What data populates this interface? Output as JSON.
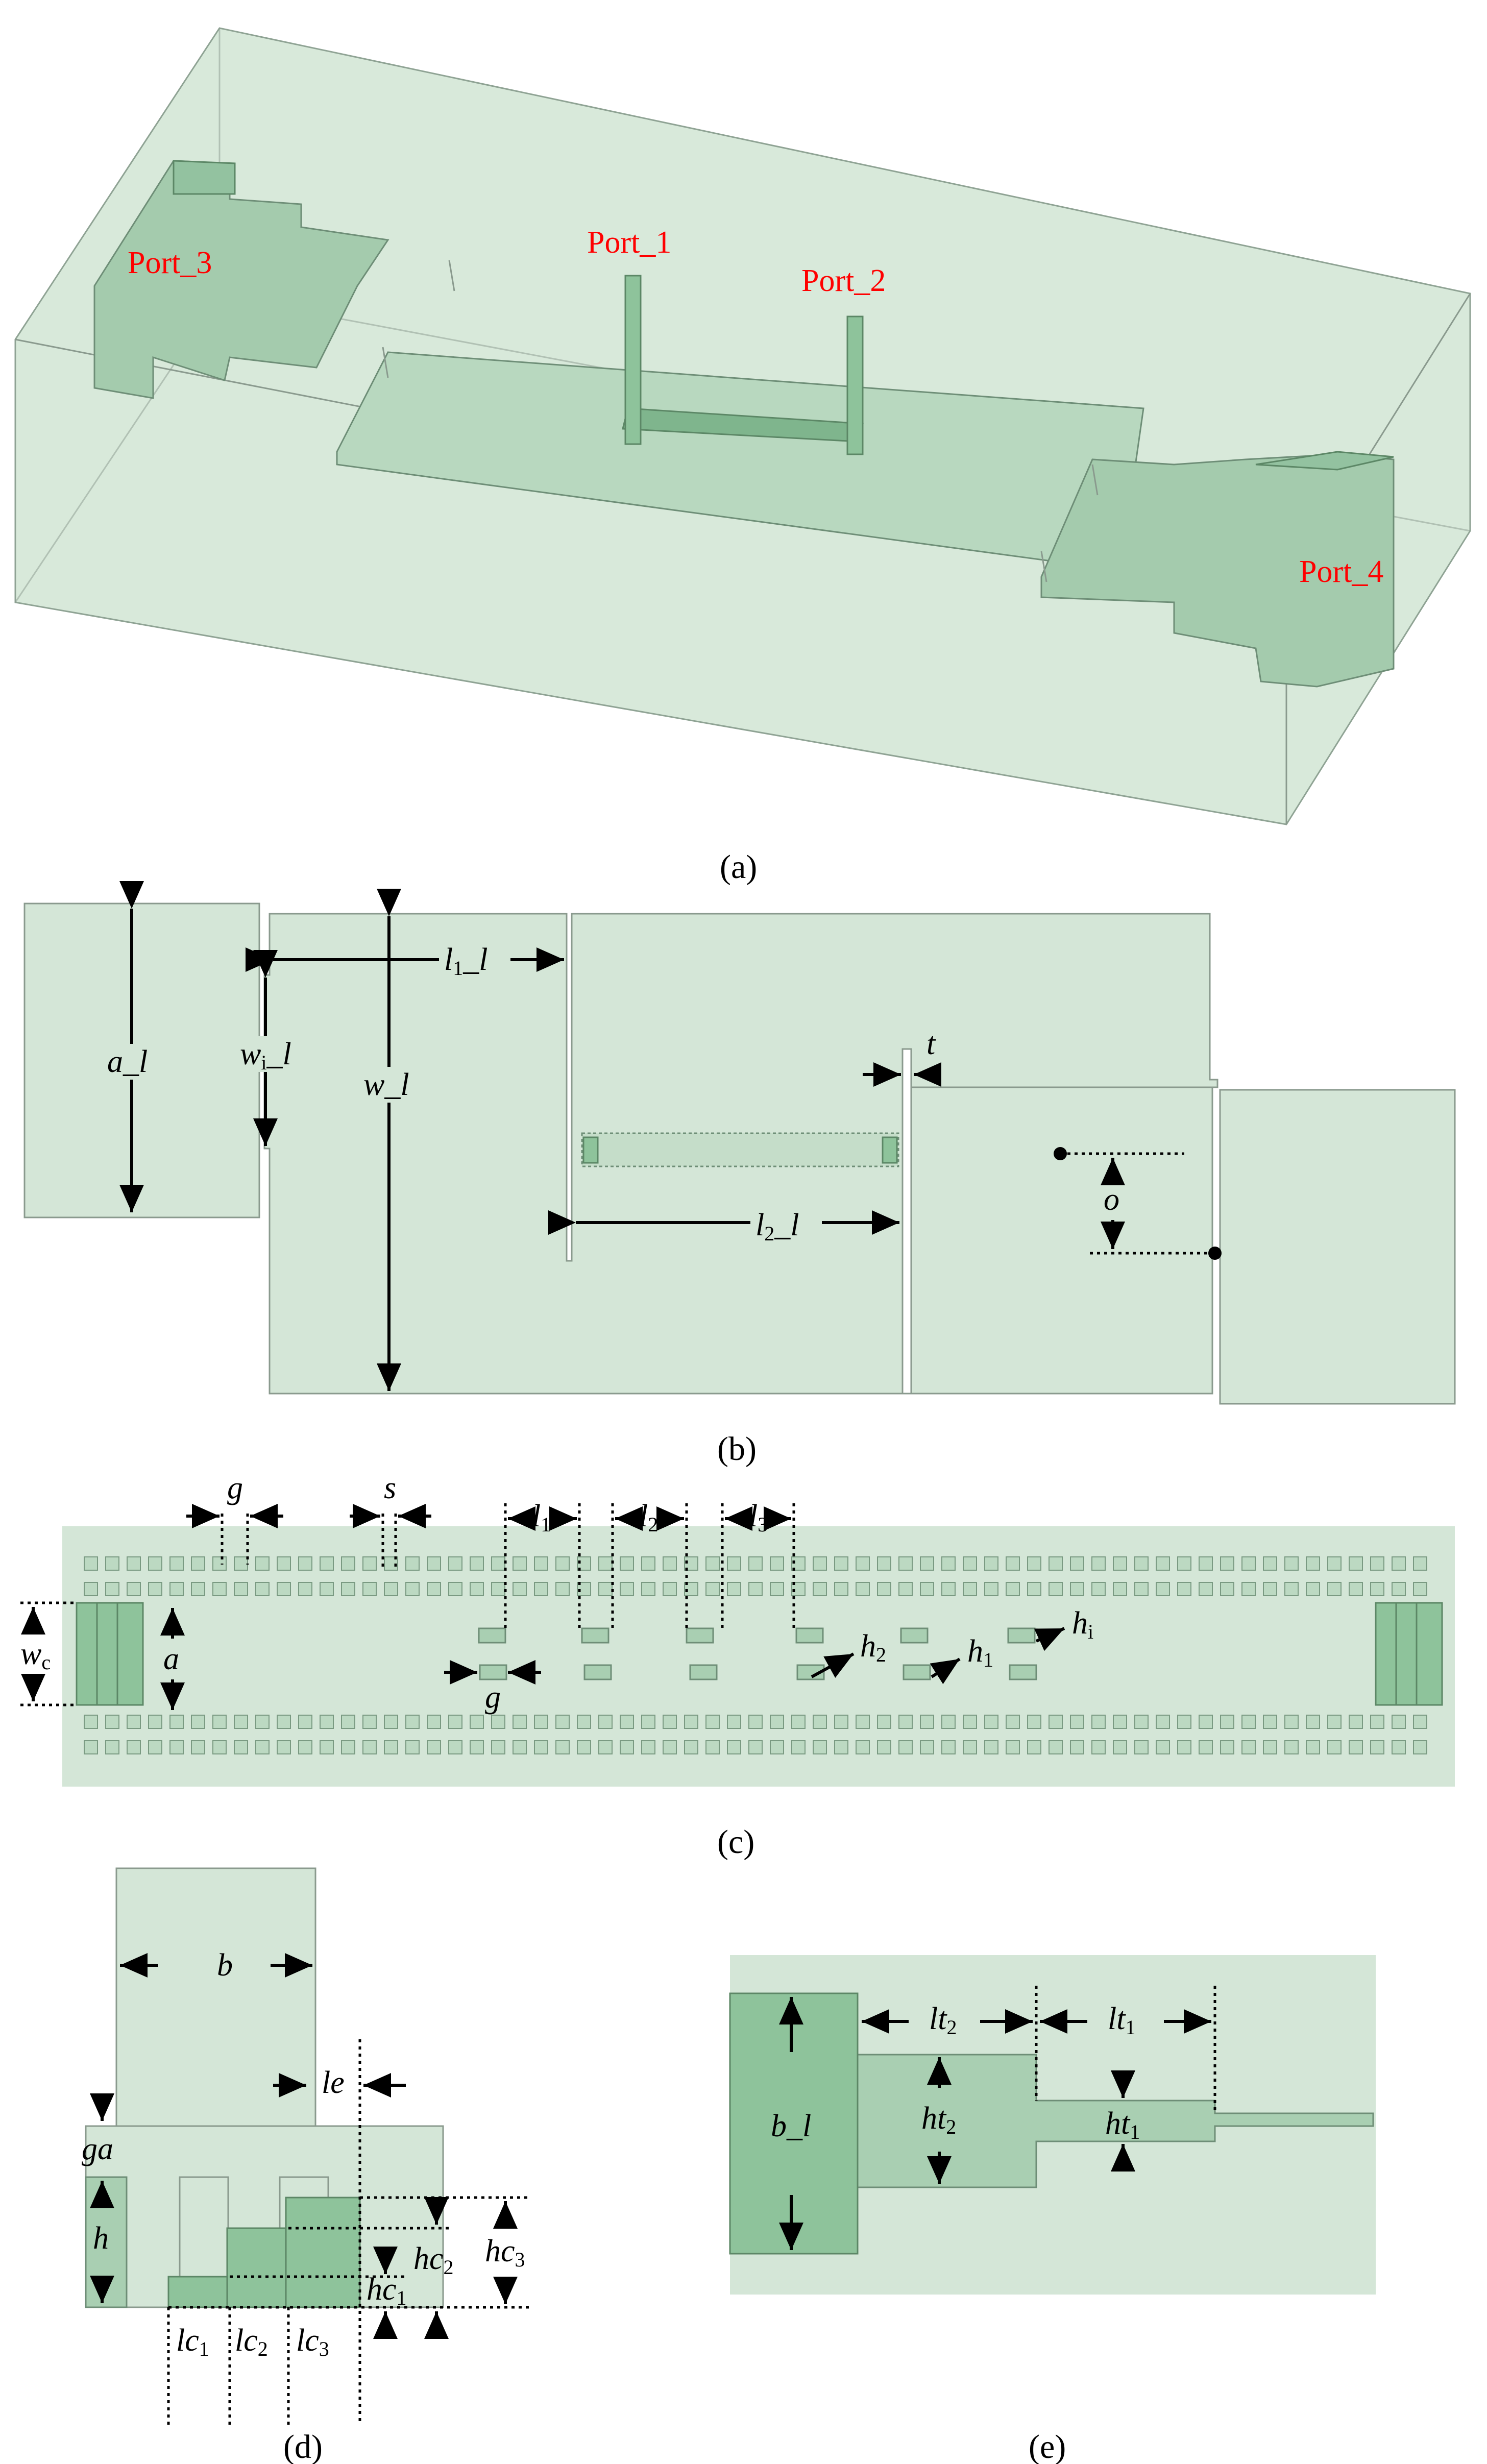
{
  "panel_a": {
    "ports": [
      "Port_1",
      "Port_2",
      "Port_3",
      "Port_4"
    ],
    "caption": "(a)"
  },
  "panel_b": {
    "labels": {
      "a_l": "a_l",
      "wi_l": "w",
      "wi_sub": "i",
      "wi_tail": "_l",
      "w_l": "w_l",
      "l1_l": "l",
      "l1_sub": "1",
      "l1_tail": "_l",
      "l2_l": "l",
      "l2_sub": "2",
      "l2_tail": "_l",
      "t": "t",
      "o": "o"
    },
    "caption": "(b)"
  },
  "panel_c": {
    "labels": {
      "g": "g",
      "s": "s",
      "l1": "l",
      "l1_sub": "1",
      "l2": "l",
      "l2_sub": "2",
      "l3": "l",
      "l3_sub": "3",
      "a": "a",
      "wc": "w",
      "wc_sub": "c",
      "h2": "h",
      "h2_sub": "2",
      "h1": "h",
      "h1_sub": "1",
      "hi": "h",
      "hi_sub": "i",
      "g2": "g"
    },
    "caption": "(c)"
  },
  "panel_d": {
    "labels": {
      "b": "b",
      "le": "le",
      "ga": "ga",
      "h": "h",
      "hc1": "hc",
      "hc1_sub": "1",
      "hc2": "hc",
      "hc2_sub": "2",
      "hc3": "hc",
      "hc3_sub": "3",
      "lc1": "lc",
      "lc1_sub": "1",
      "lc2": "lc",
      "lc2_sub": "2",
      "lc3": "lc",
      "lc3_sub": "3"
    },
    "caption": "(d)"
  },
  "panel_e": {
    "labels": {
      "lt2": "lt",
      "lt2_sub": "2",
      "lt1": "lt",
      "lt1_sub": "1",
      "ht2": "ht",
      "ht2_sub": "2",
      "ht1": "ht",
      "ht1_sub": "1",
      "b_l": "b_l"
    },
    "caption": "(e)"
  },
  "colors": {
    "substrate": "#d4e6d7",
    "metal": "#a9cfb2",
    "port_text": "#ff0000"
  }
}
